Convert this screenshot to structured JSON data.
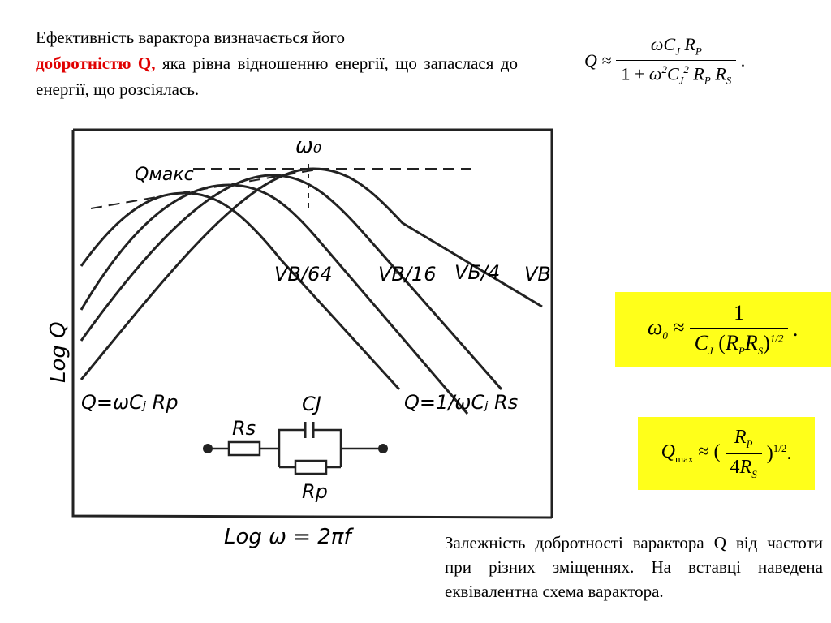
{
  "intro": {
    "part1": "Ефективність варактора визначається його",
    "highlight": "добротністю Q,",
    "part2": "яка рівна відношенню енергії, що запаслася до енергії, що розсіялась."
  },
  "formula_q": {
    "lhs": "Q ≈",
    "numerator": "ωC_J R_P",
    "denominator": "1 + ω²C_J² R_P R_S",
    "tail": "."
  },
  "graph": {
    "omega0_label": "ω₀",
    "qmax_label": "Qмакс",
    "y_axis_label": "Log Q",
    "x_axis_label": "Log ω = 2πf",
    "left_asymptote": "Q=ωCⱼ Rp",
    "right_asymptote": "Q=1/ωCⱼ Rs",
    "curves": [
      "VB/64",
      "VB/16",
      "VБ/4",
      "VB"
    ],
    "circuit": {
      "rs_label": "Rs",
      "cj_label": "CJ",
      "rp_label": "Rp"
    }
  },
  "formula_omega0": {
    "lhs": "ω₀ ≈",
    "numerator": "1",
    "denominator": "C_J (R_P R_S)^(1/2)",
    "tail": "."
  },
  "formula_qmax": {
    "lhs": "Q_max ≈ (",
    "numerator": "R_P",
    "denominator": "4R_S",
    "rhs": ")^(1/2)."
  },
  "caption": "Залежність добротності варактора Q від частоти при різних зміщеннях. На вставці наведена еквівалентна схема варактора."
}
